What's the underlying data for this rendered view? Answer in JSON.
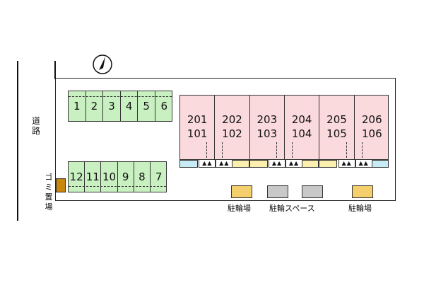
{
  "road": {
    "label": "道路"
  },
  "garbage": {
    "label": "ゴミ置場",
    "color": "#c8860a"
  },
  "compass": {
    "icon": "north-arrow-icon"
  },
  "parking_top": [
    "1",
    "2",
    "3",
    "4",
    "5",
    "6"
  ],
  "parking_bottom": [
    "12",
    "11",
    "10",
    "9",
    "8",
    "7"
  ],
  "units": [
    {
      "upper": "201",
      "lower": "101"
    },
    {
      "upper": "202",
      "lower": "102"
    },
    {
      "upper": "203",
      "lower": "103"
    },
    {
      "upper": "204",
      "lower": "104"
    },
    {
      "upper": "205",
      "lower": "105"
    },
    {
      "upper": "206",
      "lower": "106"
    }
  ],
  "stair_glyph": "▲▲",
  "facilities": [
    {
      "label": "駐輪場",
      "color": "#f5cf6b"
    },
    {
      "label": "駐輪スペース",
      "color": "#c8c8c8"
    },
    {
      "label": "駐輪場",
      "color": "#f5cf6b"
    }
  ],
  "colors": {
    "parking": "#c8f0c0",
    "building": "#fadadd",
    "strip_yellow": "#fbefb0",
    "strip_blue": "#c8ecf5"
  }
}
